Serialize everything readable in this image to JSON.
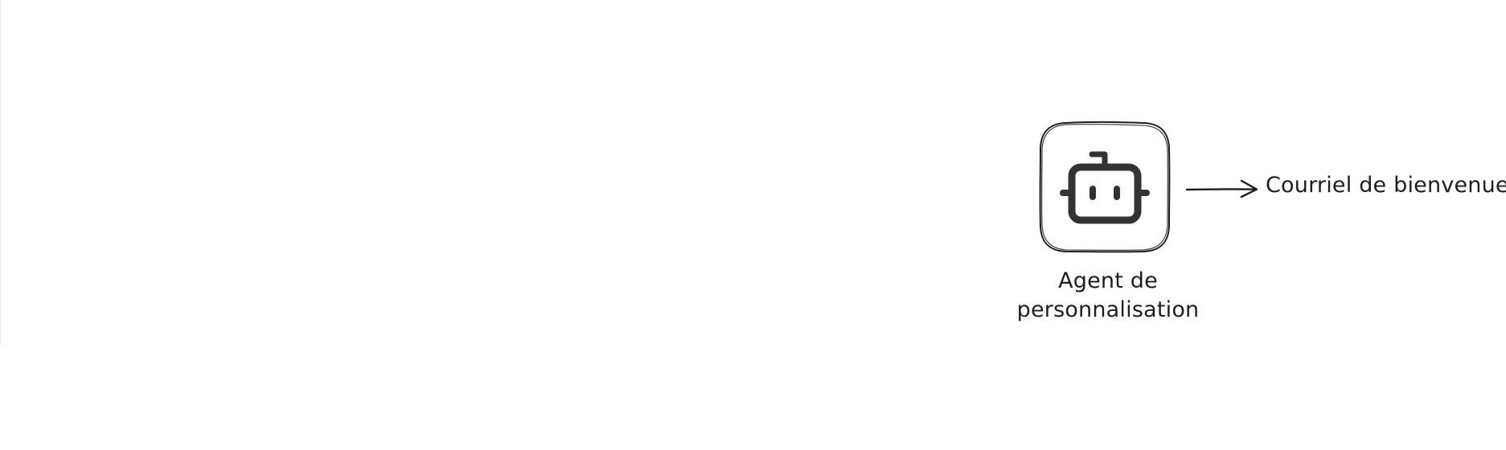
{
  "diagram": {
    "nodes": [
      {
        "id": "agent",
        "icon": "robot-icon",
        "label_lines": [
          "Agent de",
          "personnalisation"
        ]
      }
    ],
    "edges": [
      {
        "from": "agent",
        "to_text": "Courriel de bienvenue"
      }
    ],
    "colors": {
      "stroke": "#1e1e1e",
      "icon": "#333333",
      "background": "#ffffff"
    }
  }
}
